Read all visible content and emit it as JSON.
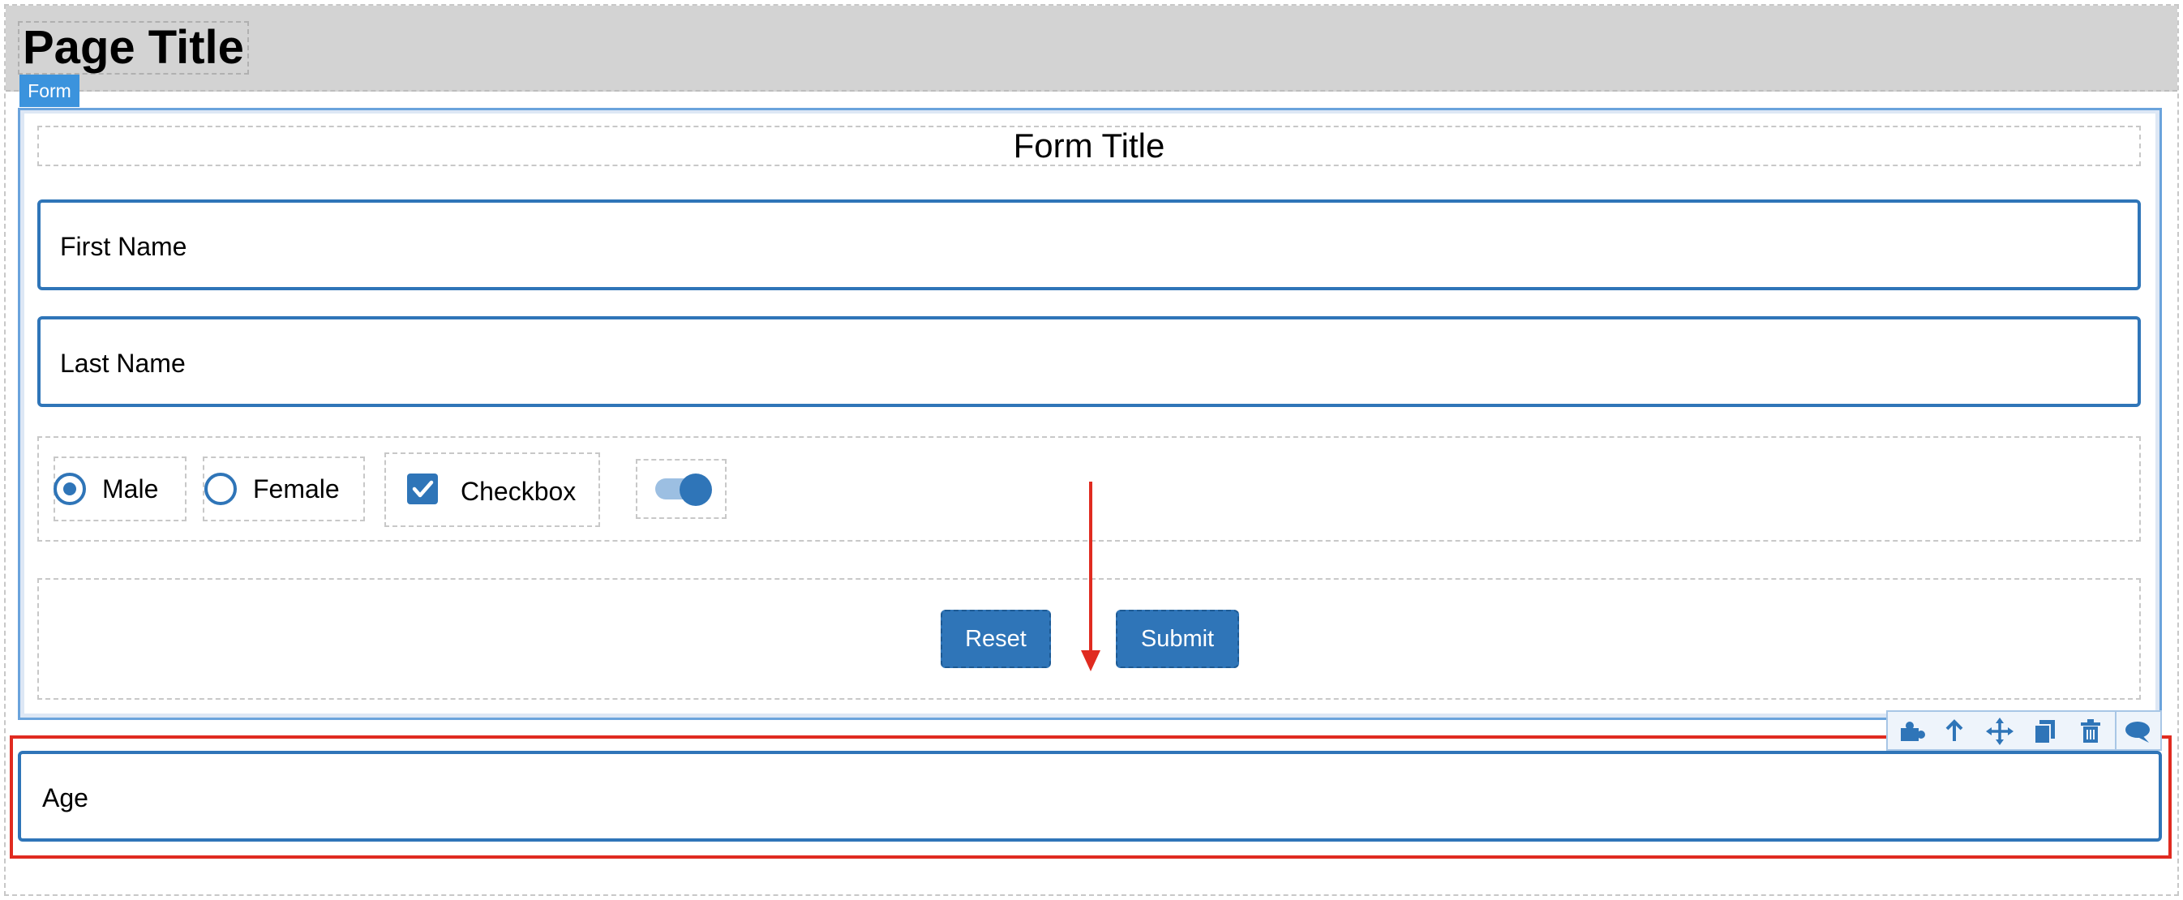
{
  "page": {
    "title": "Page Title"
  },
  "form": {
    "tag_label": "Form",
    "title": "Form Title",
    "fields": {
      "first_name": {
        "label": "First Name"
      },
      "last_name": {
        "label": "Last Name"
      },
      "age": {
        "label": "Age"
      }
    },
    "gender": {
      "options": [
        {
          "label": "Male",
          "selected": true
        },
        {
          "label": "Female",
          "selected": false
        }
      ]
    },
    "checkbox": {
      "label": "Checkbox",
      "checked": true
    },
    "toggle": {
      "on": true
    },
    "buttons": {
      "reset": "Reset",
      "submit": "Submit"
    }
  },
  "toolbar": {
    "icons": [
      "puzzle-icon",
      "arrow-up-icon",
      "move-icon",
      "copy-icon",
      "trash-icon",
      "comment-icon"
    ]
  },
  "colors": {
    "accent": "#2f75b8",
    "form_tag": "#3b93dd",
    "header_bg": "#d3d3d3",
    "highlight": "#e02b20"
  }
}
